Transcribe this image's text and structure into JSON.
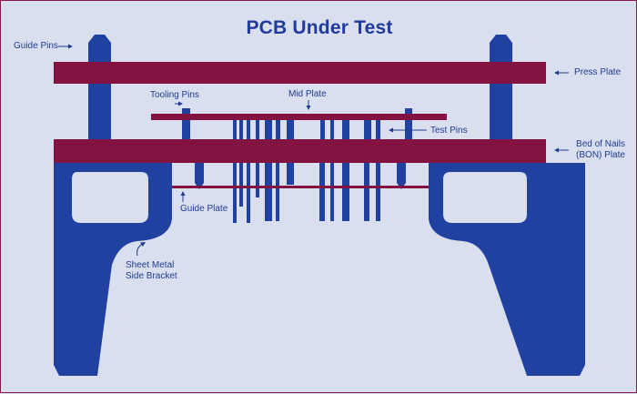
{
  "title": "PCB Under Test",
  "labels": {
    "guide_pins": "Guide Pins",
    "press_plate": "Press Plate",
    "tooling_pins": "Tooling Pins",
    "mid_plate": "Mid Plate",
    "test_pins": "Test Pins",
    "bed_of_nails_line1": "Bed of Nails",
    "bed_of_nails_line2": "(BON) Plate",
    "guide_plate": "Guide Plate",
    "side_bracket_line1": "Sheet Metal",
    "side_bracket_line2": "Side Bracket"
  },
  "colors": {
    "background": "#d9dfee",
    "plate": "#82123f",
    "pin_blue": "#2141a0",
    "label_blue": "#1f3b8f",
    "title_blue": "#223a9a",
    "border": "#8a1744"
  },
  "icons": {
    "arrow": "arrow-icon"
  }
}
